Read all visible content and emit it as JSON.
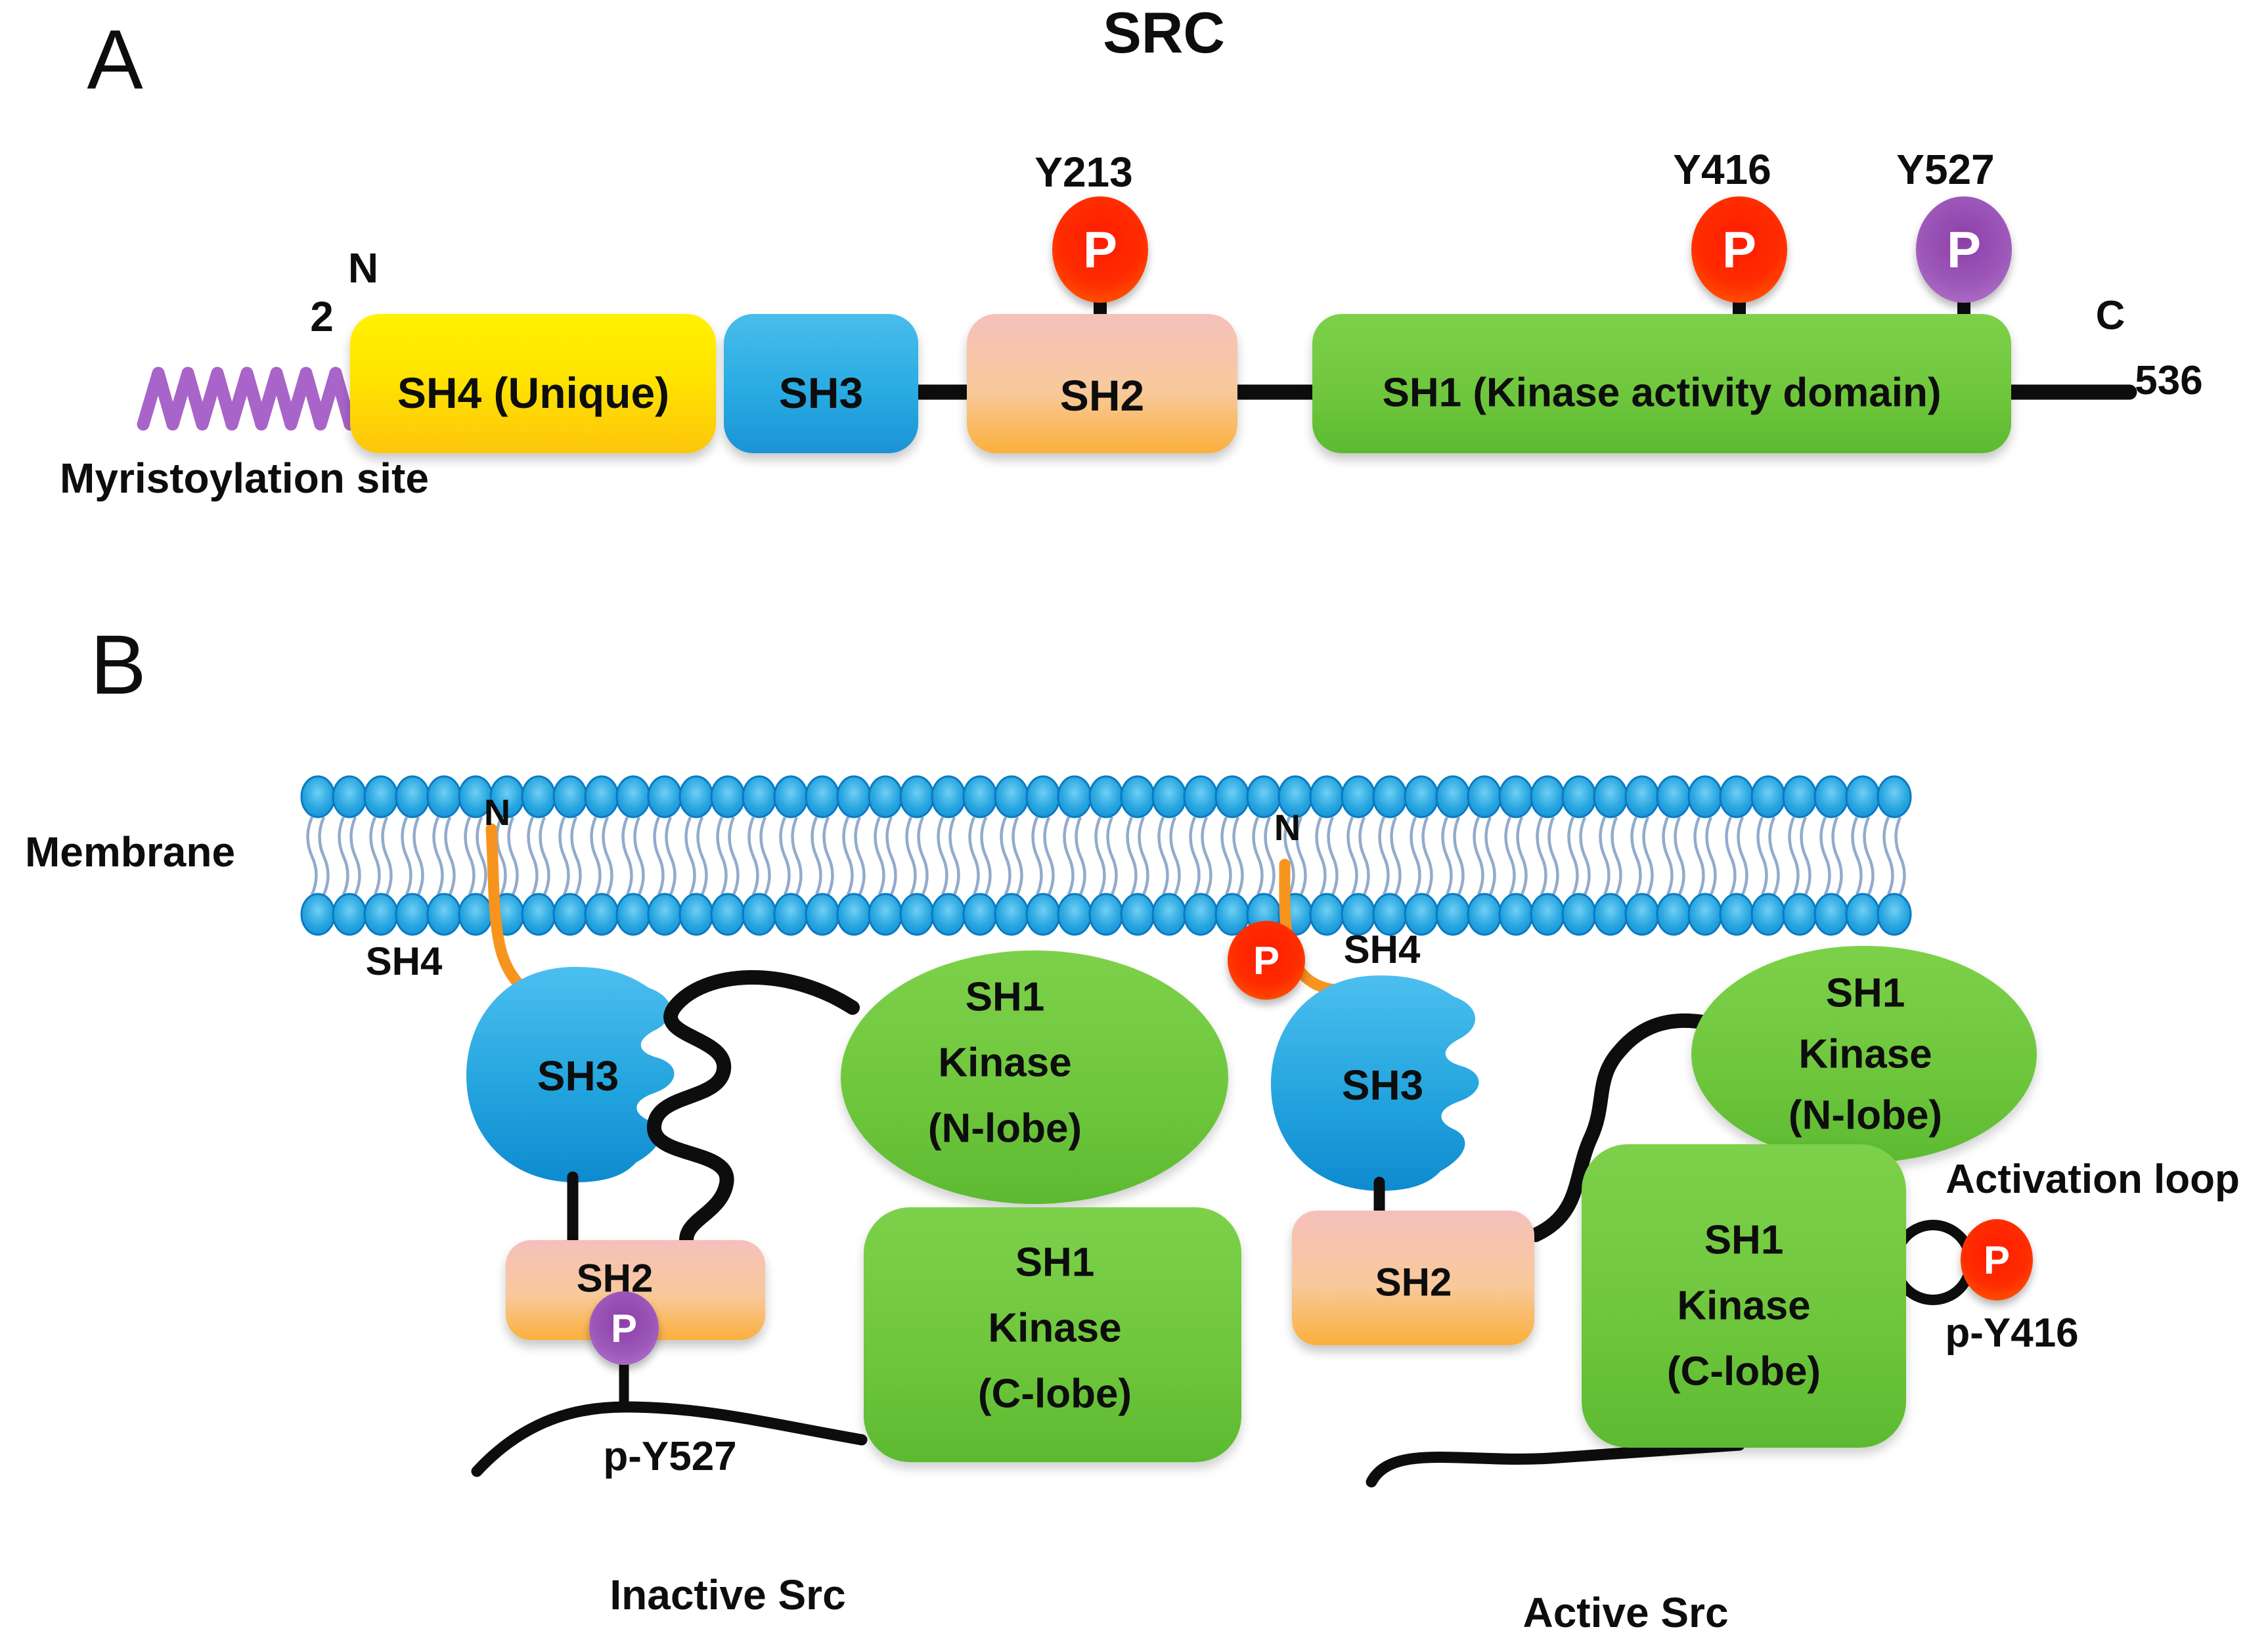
{
  "panel_a": {
    "label": "A",
    "title": "SRC",
    "n_terminus": "N",
    "n_residue": "2",
    "c_terminus": "C",
    "c_residue": "536",
    "myristoylation_label": "Myristoylation site",
    "domains": [
      {
        "label": "SH4 (Unique)"
      },
      {
        "label": "SH3"
      },
      {
        "label": "SH2"
      },
      {
        "label": "SH1 (Kinase activity domain)"
      }
    ],
    "phospho_sites": [
      {
        "label": "Y213",
        "p": "P",
        "color_name": "red"
      },
      {
        "label": "Y416",
        "p": "P",
        "color_name": "red"
      },
      {
        "label": "Y527",
        "p": "P",
        "color_name": "purple"
      }
    ]
  },
  "panel_b": {
    "label": "B",
    "membrane_label": "Membrane",
    "inactive": {
      "n_terminus": "N",
      "sh4": "SH4",
      "sh3": "SH3",
      "sh2": "SH2",
      "p": "P",
      "n_lobe": [
        "SH1",
        "Kinase",
        "(N-lobe)"
      ],
      "c_lobe": [
        "SH1",
        "Kinase",
        "(C-lobe)"
      ],
      "py527": "p-Y527",
      "caption": "Inactive Src"
    },
    "active": {
      "n_terminus": "N",
      "sh4": "SH4",
      "sh3": "SH3",
      "sh2": "SH2",
      "p_membrane": "P",
      "p_y416": "P",
      "n_lobe": [
        "SH1",
        "Kinase",
        "(N-lobe)"
      ],
      "c_lobe": [
        "SH1",
        "Kinase",
        "(C-lobe)"
      ],
      "activation_loop_label": "Activation loop",
      "py416": "p-Y416",
      "caption": "Active Src"
    }
  },
  "colors": {
    "domain_yellow": "#ffe400",
    "domain_blue": "#29abe2",
    "domain_blue_light": "#49bdec",
    "domain_pink": "#f6c0bc",
    "domain_orange": "#fbb03b",
    "domain_green": "#6ec63c",
    "phospho_red": "#ff2d00",
    "phospho_purple": "#9c57b8",
    "linker_orange": "#f7941e",
    "zigzag_purple": "#a864c8",
    "membrane_head_blue": "#29abe2",
    "membrane_tail_gray": "#93abcb",
    "line_black": "#0d0d0d"
  }
}
